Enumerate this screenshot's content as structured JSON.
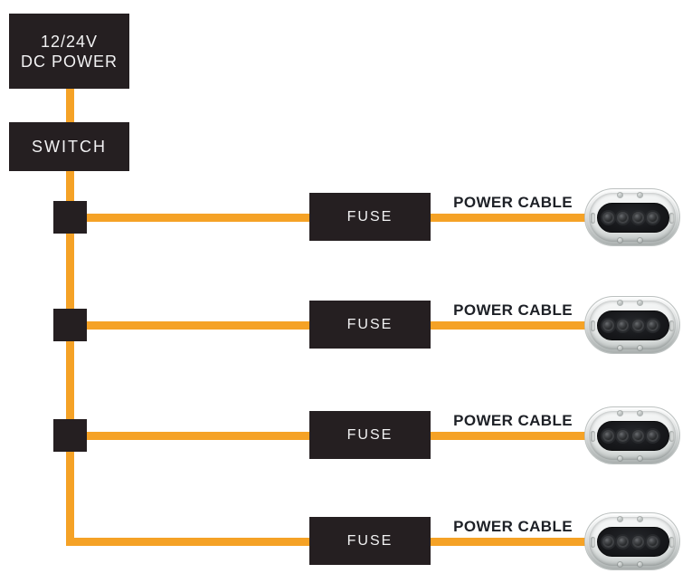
{
  "power_box": {
    "line1": "12/24V",
    "line2": "DC POWER"
  },
  "switch_box": {
    "label": "SWITCH"
  },
  "rows": [
    {
      "fuse_label": "FUSE",
      "cable_label": "POWER CABLE"
    },
    {
      "fuse_label": "FUSE",
      "cable_label": "POWER CABLE"
    },
    {
      "fuse_label": "FUSE",
      "cable_label": "POWER CABLE"
    },
    {
      "fuse_label": "FUSE",
      "cable_label": "POWER CABLE"
    }
  ],
  "icons": {
    "light": "underwater-quad-led-light-icon",
    "junction": "cable-junction-node"
  },
  "colors": {
    "cable_orange": "#F5A226",
    "box_black": "#251F21",
    "label_dark": "#1D2026",
    "box_text": "#F2F2F3"
  }
}
